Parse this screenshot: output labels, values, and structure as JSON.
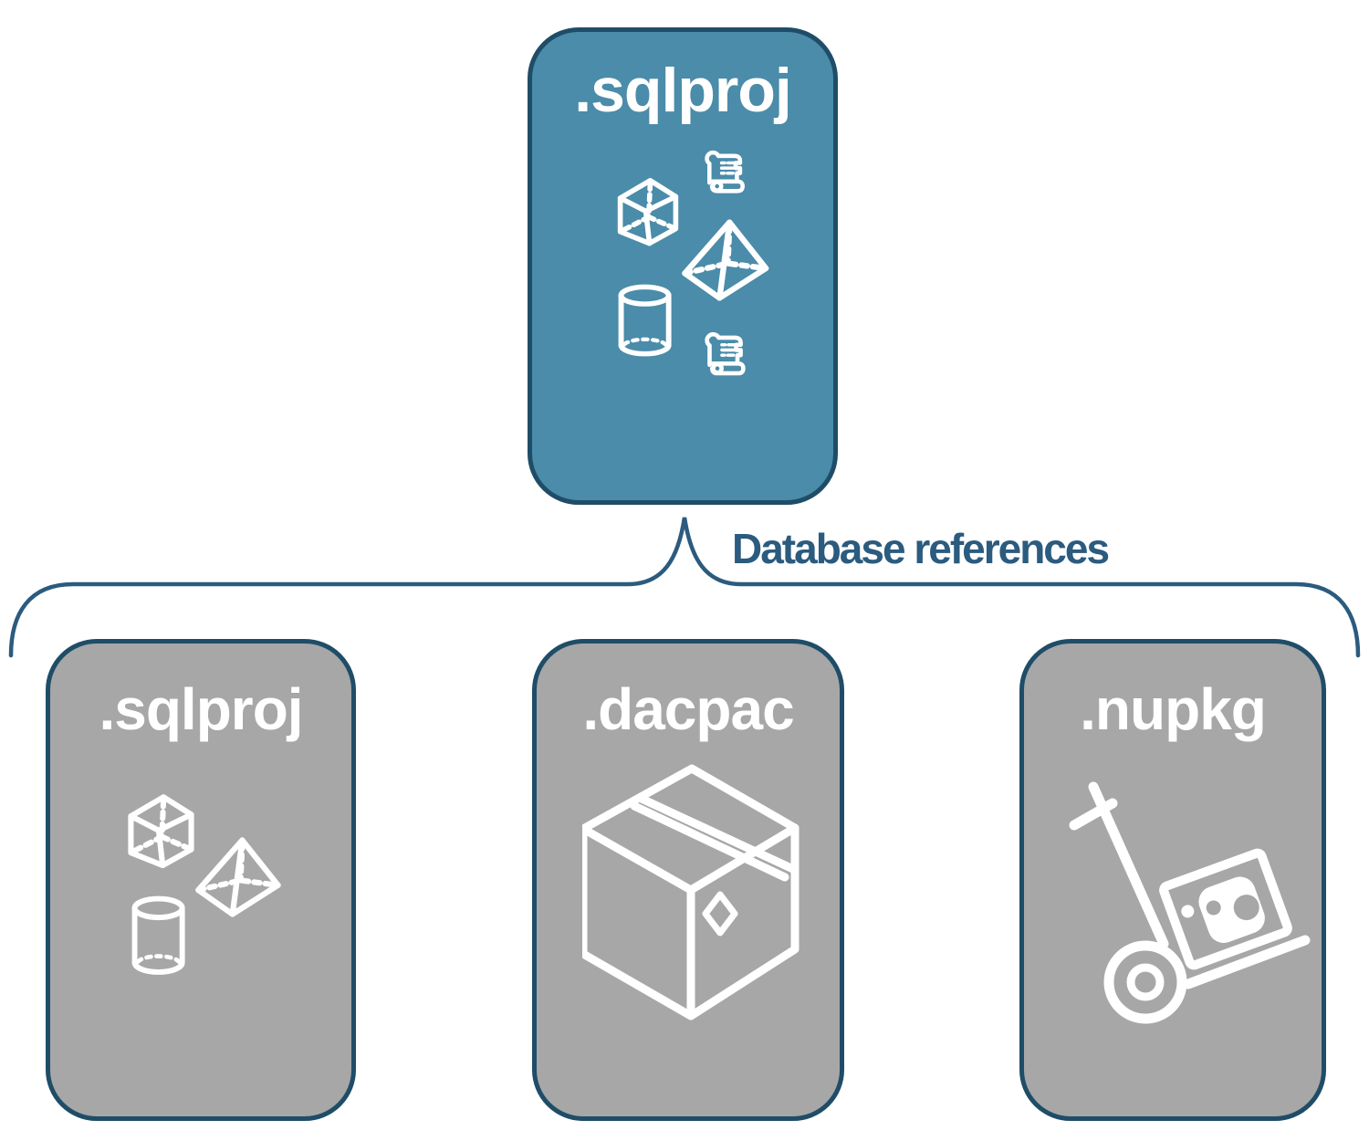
{
  "diagram": {
    "root_node": {
      "label": ".sqlproj",
      "fill_color": "#4A8CA9",
      "icons": [
        "scroll-icon",
        "cube-icon",
        "pyramid-icon",
        "cylinder-icon",
        "scroll-icon"
      ]
    },
    "connector": {
      "label": "Database references",
      "line_color": "#2B5B7E"
    },
    "child_nodes": [
      {
        "label": ".sqlproj",
        "fill_color": "#A7A7A7",
        "icons": [
          "cube-icon",
          "pyramid-icon",
          "cylinder-icon"
        ]
      },
      {
        "label": ".dacpac",
        "fill_color": "#A7A7A7",
        "icons": [
          "package-box-icon"
        ]
      },
      {
        "label": ".nupkg",
        "fill_color": "#A7A7A7",
        "icons": [
          "nuget-hand-truck-icon"
        ]
      }
    ],
    "colors": {
      "node_border": "#1F4D68",
      "icon_stroke": "#FFFFFF",
      "connector_text": "#2B5B7E",
      "node_title_text": "#FFFFFF",
      "background": "#FFFFFF"
    }
  }
}
